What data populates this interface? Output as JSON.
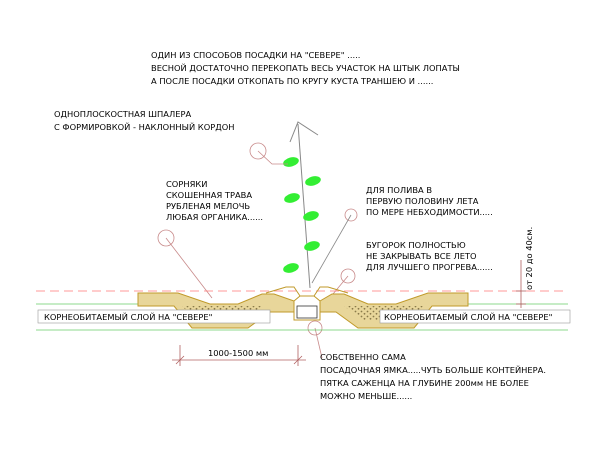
{
  "header": {
    "lines": [
      "ОДИН ИЗ СПОСОБОВ ПОСАДКИ НА \"СЕВЕРЕ\" .....",
      "ВЕСНОЙ ДОСТАТОЧНО ПЕРЕКОПАТЬ ВЕСЬ УЧАСТОК  НА  ШТЫК ЛОПАТЫ",
      "А ПОСЛЕ ПОСАДКИ ОТКОПАТЬ ПО КРУГУ КУСТА ТРАНШЕЮ И ......"
    ]
  },
  "trellis_note": {
    "lines": [
      "ОДНОПЛОСКОСТНАЯ  ШПАЛЕРА",
      "С ФОРМИРОВКОЙ - НАКЛОННЫЙ КОРДОН"
    ]
  },
  "mulch_note": {
    "lines": [
      "СОРНЯКИ",
      "СКОШЕННАЯ ТРАВА",
      "РУБЛЕНАЯ МЕЛОЧЬ",
      "ЛЮБАЯ ОРГАНИКА......"
    ]
  },
  "watering_note": {
    "lines": [
      "ДЛЯ ПОЛИВА В",
      "ПЕРВУЮ ПОЛОВИНУ ЛЕТА",
      "ПО МЕРЕ НЕБХОДИМОСТИ....."
    ]
  },
  "mound_note": {
    "lines": [
      "БУГОРОК ПОЛНОСТЬЮ",
      "НЕ ЗАКРЫВАТЬ  ВСЕ ЛЕТО",
      "ДЛЯ ЛУЧШЕГО ПРОГРЕВА......"
    ]
  },
  "height_dim": "от 20 до 40см.",
  "root_layer_left": "КОРНЕОБИТАЕМЫЙ СЛОЙ НА \"СЕВЕРЕ\"",
  "root_layer_right": "КОРНЕОБИТАЕМЫЙ СЛОЙ НА \"СЕВЕРЕ\"",
  "width_dim": "1000-1500 мм",
  "pit_note": {
    "lines": [
      "СОБСТВЕННО САМА",
      "ПОСАДОЧНАЯ ЯМКА.....ЧУТЬ БОЛЬШЕ КОНТЕЙНЕРА.",
      "ПЯТКА САЖЕНЦА НА ГЛУБИНЕ 200мм НЕ БОЛЕЕ",
      "МОЖНО МЕНЬШЕ......"
    ]
  },
  "colors": {
    "ground_line": "#66cc66",
    "dashed_line": "#ff7777",
    "trench_fill": "#e8d69a",
    "trench_edge": "#c09a2a",
    "leaf": "#33ee33",
    "stem": "#888888",
    "marker": "#c88a8a",
    "dimension": "#b06060"
  }
}
